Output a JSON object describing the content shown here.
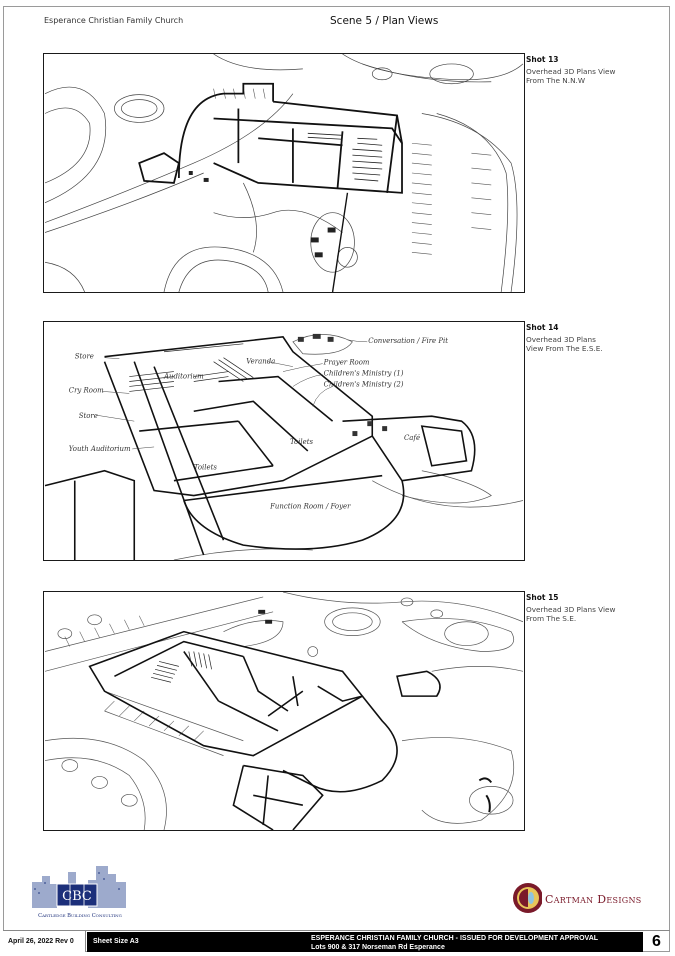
{
  "header": {
    "project_name": "Esperance Christian Family Church",
    "scene_title": "Scene 5 / Plan Views"
  },
  "shots": [
    {
      "title": "Shot 13",
      "description_line1": "Overhead 3D Plans View",
      "description_line2": "From The N.N.W"
    },
    {
      "title": "Shot 14",
      "description_line1": "Overhead 3D Plans",
      "description_line2": "View From The E.S.E."
    },
    {
      "title": "Shot 15",
      "description_line1": "Overhead 3D Plans View",
      "description_line2": "From The S.E."
    }
  ],
  "shot14_labels": {
    "store_top": "Store",
    "auditorium": "Auditorium",
    "veranda": "Veranda",
    "cry_room": "Cry Room",
    "store_mid": "Store",
    "youth_auditorium": "Youth Auditorium",
    "toilets_left": "Toilets",
    "toilets_right": "Toilets",
    "cafe": "Café",
    "function_room": "Function Room / Foyer",
    "conversation": "Conversation / Fire Pit",
    "prayer_room": "Prayer Room",
    "childrens_ministry_1": "Children's Ministry (1)",
    "childrens_ministry_2": "Children's Ministry (2)"
  },
  "logos": {
    "cbc_initials": "CBC",
    "cbc_name": "Cartledge Building Consulting",
    "cartman_name": "Cartman Designs"
  },
  "title_block": {
    "date_rev": "April 26, 2022 Rev 0",
    "sheet_size": "Sheet Size A3",
    "title_line1": "ESPERANCE CHRISTIAN FAMILY CHURCH - ISSUED FOR DEVELOPMENT APPROVAL",
    "title_line2": "Lots 900 & 317 Norseman Rd Esperance",
    "page_number": "6"
  },
  "colors": {
    "cbc_blue": "#1c2f7a",
    "cartman_maroon": "#7a1a2a",
    "cartman_gold": "#e8c55a",
    "title_block_black": "#000000"
  }
}
